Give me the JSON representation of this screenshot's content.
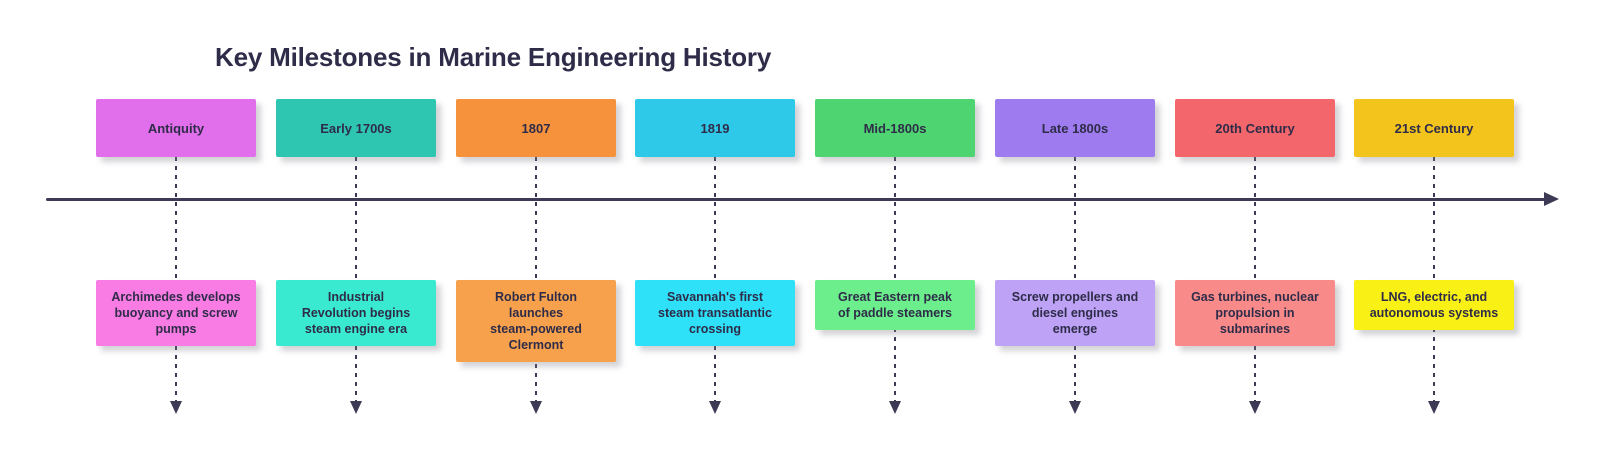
{
  "title": "Key Milestones in Marine Engineering History",
  "colors": {
    "background": "#FFFFFF",
    "text": "#2E2C48",
    "axis": "#3C3A55"
  },
  "milestones": [
    {
      "period": "Antiquity",
      "event": "Archimedes develops\nbuoyancy and screw\npumps",
      "period_color": "#E16EEA",
      "event_color": "#F97CE5"
    },
    {
      "period": "Early 1700s",
      "event": "Industrial\nRevolution begins\nsteam engine era",
      "period_color": "#2EC6B1",
      "event_color": "#3AEAD0"
    },
    {
      "period": "1807",
      "event": "Robert Fulton\nlaunches\nsteam-powered\nClermont",
      "period_color": "#F6913C",
      "event_color": "#F7A14C"
    },
    {
      "period": "1819",
      "event": "Savannah's first\nsteam transatlantic\ncrossing",
      "period_color": "#2EC9E8",
      "event_color": "#2EE0F8"
    },
    {
      "period": "Mid-1800s",
      "event": "Great Eastern peak\nof paddle steamers",
      "period_color": "#4FD472",
      "event_color": "#6CEE8C"
    },
    {
      "period": "Late 1800s",
      "event": "Screw propellers and\ndiesel engines\nemerge",
      "period_color": "#9E7CF0",
      "event_color": "#BDA2F6"
    },
    {
      "period": "20th Century",
      "event": "Gas turbines, nuclear\npropulsion in\nsubmarines",
      "period_color": "#F3666B",
      "event_color": "#F98A8A"
    },
    {
      "period": "21st Century",
      "event": "LNG, electric, and\nautonomous systems",
      "period_color": "#F3C41C",
      "event_color": "#F9F115"
    }
  ]
}
